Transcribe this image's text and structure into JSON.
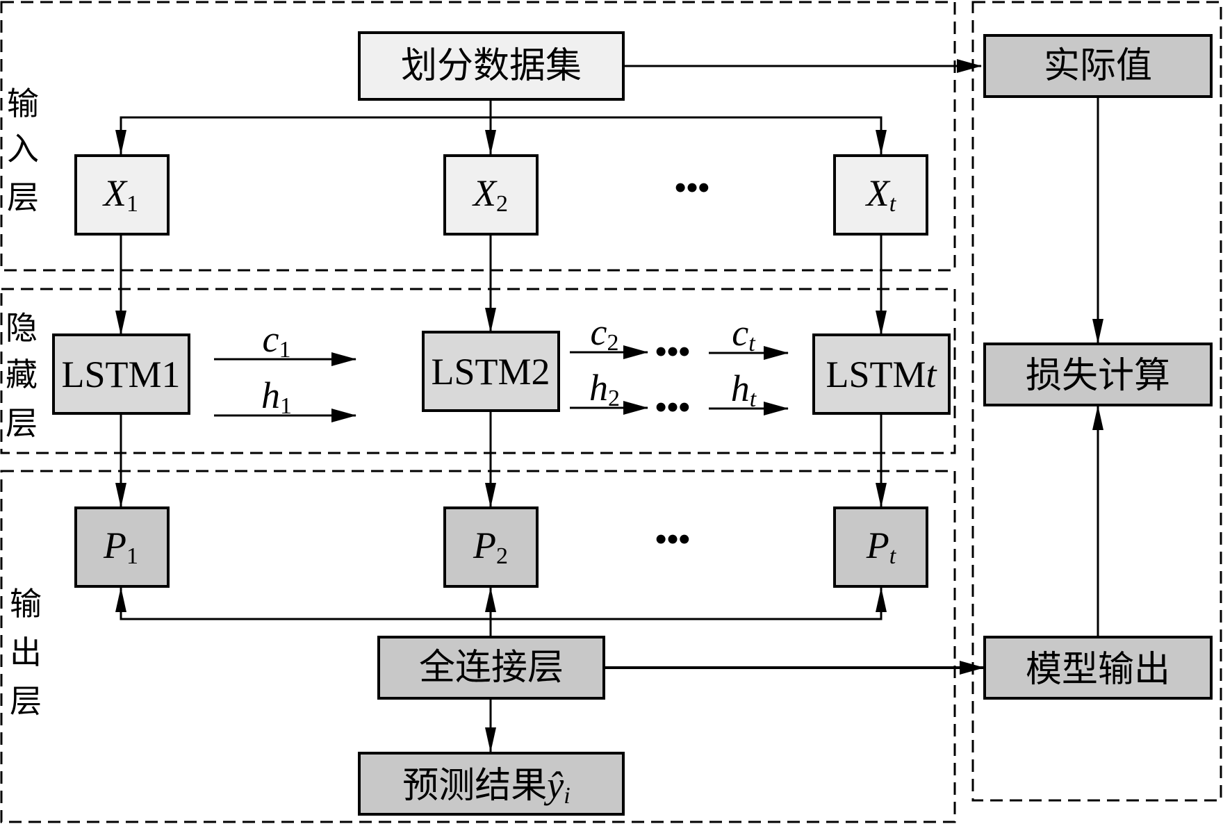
{
  "regions": {
    "input_layer": [
      "输",
      "入",
      "层"
    ],
    "hidden_layer": [
      "隐",
      "藏",
      "层"
    ],
    "output_layer": [
      "输",
      "出",
      "层"
    ]
  },
  "nodes": {
    "dataset_split": "划分数据集",
    "actual_value": "实际值",
    "loss_calc": "损失计算",
    "model_output": "模型输出",
    "fully_connected": "全连接层",
    "prediction": "预测结果",
    "prediction_symbol": "ŷ",
    "prediction_sub": "i"
  },
  "inputs": [
    {
      "sym": "X",
      "sub": "1"
    },
    {
      "sym": "X",
      "sub": "2"
    },
    {
      "sym": "X",
      "sub": "t"
    }
  ],
  "lstm": [
    {
      "label": "LSTM",
      "idx": "1"
    },
    {
      "label": "LSTM",
      "idx": "2"
    },
    {
      "label": "LSTM",
      "idx": "t"
    }
  ],
  "outputs": [
    {
      "sym": "P",
      "sub": "1"
    },
    {
      "sym": "P",
      "sub": "2"
    },
    {
      "sym": "P",
      "sub": "t"
    }
  ],
  "states": {
    "c1": {
      "sym": "c",
      "sub": "1"
    },
    "h1": {
      "sym": "h",
      "sub": "1"
    },
    "c2": {
      "sym": "c",
      "sub": "2"
    },
    "h2": {
      "sym": "h",
      "sub": "2"
    },
    "ct": {
      "sym": "c",
      "sub": "t"
    },
    "ht": {
      "sym": "h",
      "sub": "t"
    }
  },
  "ellipsis": "•••"
}
